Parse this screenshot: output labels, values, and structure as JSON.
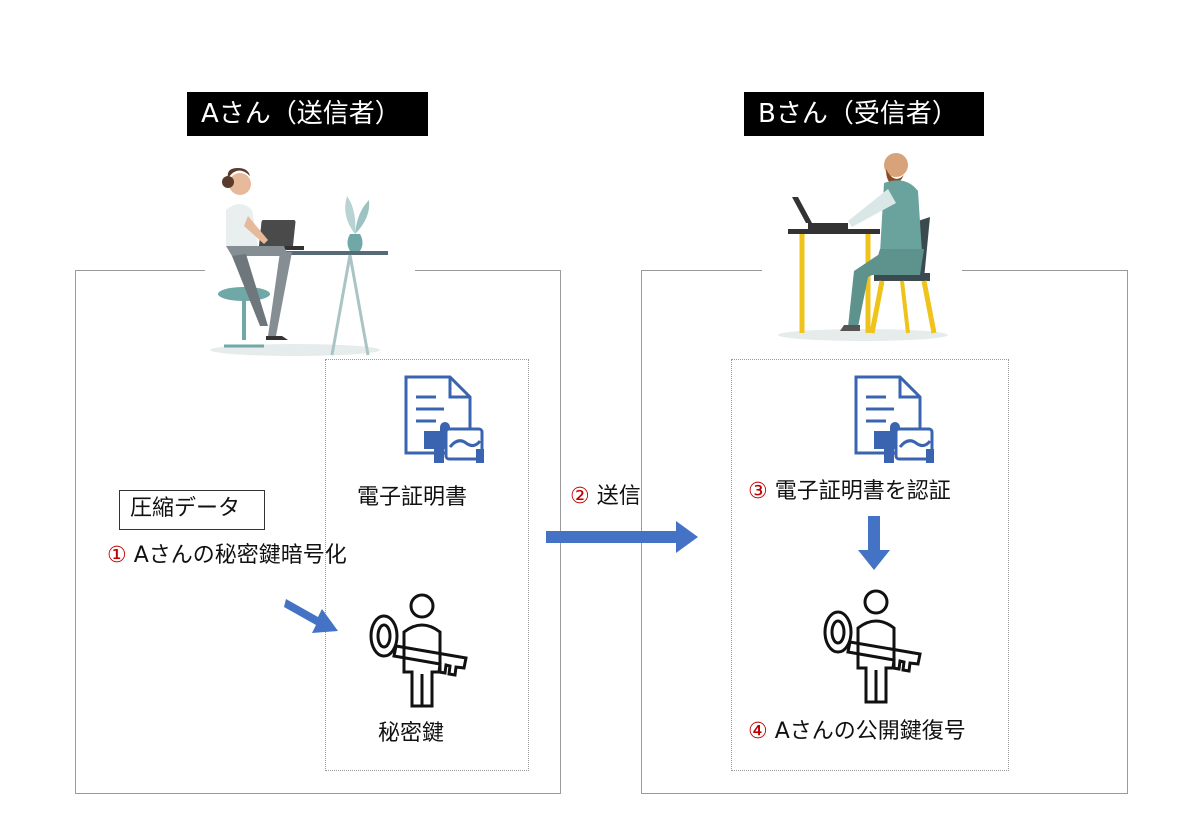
{
  "sender": {
    "label": "Aさん（送信者）",
    "compressed_label": "圧縮データ",
    "step1_num": "①",
    "step1_text": "Aさんの秘密鍵暗号化",
    "cert_label": "電子証明書",
    "private_key_label": "秘密鍵"
  },
  "transfer": {
    "step2_num": "②",
    "step2_text": "送信"
  },
  "receiver": {
    "label": "Bさん（受信者）",
    "step3_num": "③",
    "step3_text": "電子証明書を認証",
    "step4_num": "④",
    "step4_text": "Aさんの公開鍵復号"
  },
  "colors": {
    "arrow": "#4472c4",
    "icon_blue": "#3a64b0",
    "step_number": "#c00000",
    "panel_border": "#9a9a9a"
  }
}
